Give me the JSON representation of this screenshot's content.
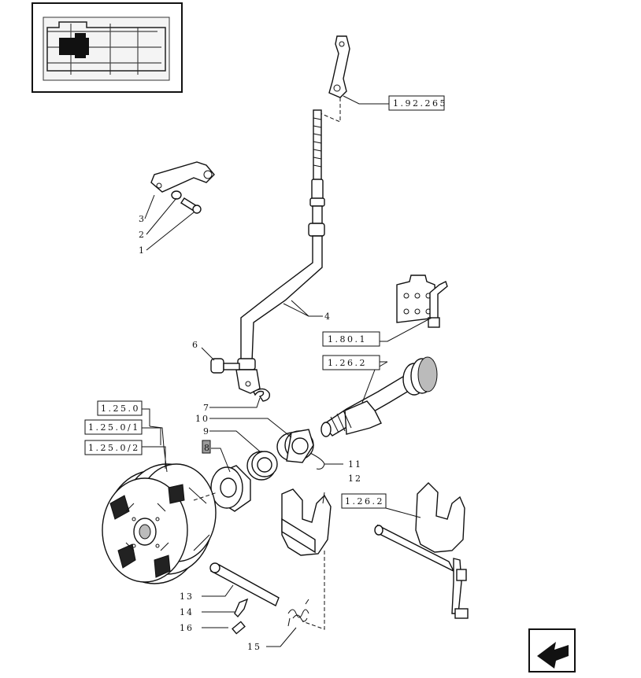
{
  "callouts": {
    "n1": "1",
    "n2": "2",
    "n3": "3",
    "n4": "4",
    "n6": "6",
    "n7": "7",
    "n8": "8",
    "n9": "9",
    "n10": "10",
    "n11": "11",
    "n12": "12",
    "n13": "13",
    "n14": "14",
    "n15": "15",
    "n16": "16"
  },
  "references": {
    "r_1_92_265": "1.92.265",
    "r_1_80_1": "1.80.1",
    "r_1_26_2_a": "1.26.2",
    "r_1_26_2_b": "1.26.2",
    "r_1_25_0": "1.25.0",
    "r_1_25_0_1": "1.25.0/1",
    "r_1_25_0_2": "1.25.0/2"
  },
  "icons": {
    "thumbnail": "transmission-location-thumbnail-icon",
    "nav": "next-page-arrow-icon"
  },
  "highlight_color": "#9a9a9a"
}
